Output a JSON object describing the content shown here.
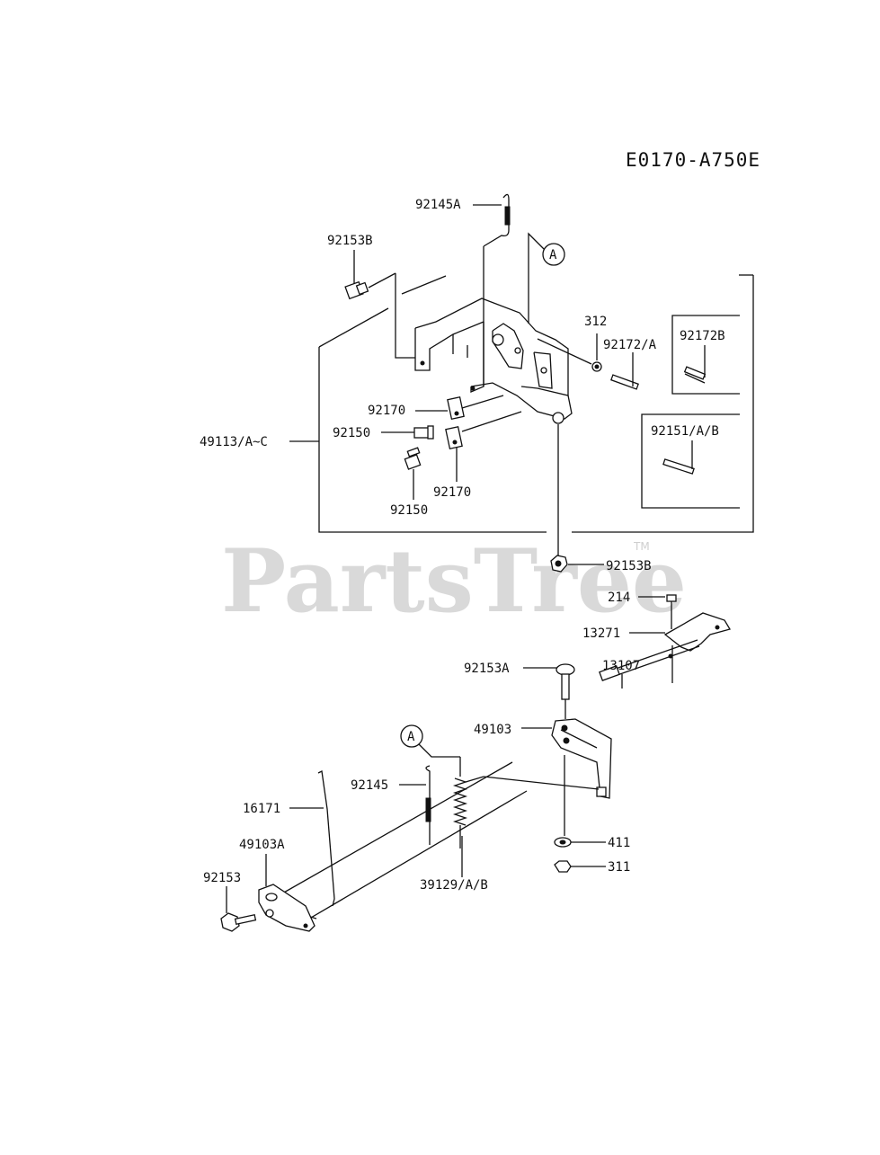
{
  "diagram_code": "E0170-A750E",
  "watermark": {
    "text": "PartsTree",
    "tm": "TM"
  },
  "callouts": {
    "a_top": "A",
    "a_bottom": "A"
  },
  "parts": {
    "p92145A": "92145A",
    "p92153B_top": "92153B",
    "p312": "312",
    "p92172A": "92172/A",
    "p92172B": "92172B",
    "p92170_top": "92170",
    "p92150_top": "92150",
    "p49113": "49113/A~C",
    "p92151": "92151/A/B",
    "p92170_bottom": "92170",
    "p92150_bottom": "92150",
    "p92153B_mid": "92153B",
    "p214": "214",
    "p13271": "13271",
    "p13107": "13107",
    "p92153A": "92153A",
    "p49103": "49103",
    "p92145": "92145",
    "p16171": "16171",
    "p49103A": "49103A",
    "p92153": "92153",
    "p39129": "39129/A/B",
    "p411": "411",
    "p311": "311"
  }
}
